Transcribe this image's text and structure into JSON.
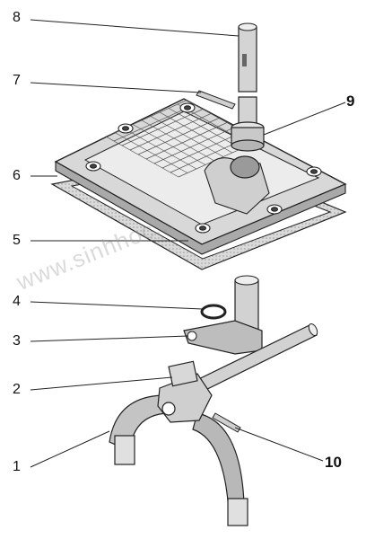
{
  "diagram": {
    "callouts": [
      {
        "id": "c8",
        "label": "8",
        "bold": false
      },
      {
        "id": "c7",
        "label": "7",
        "bold": false
      },
      {
        "id": "c9",
        "label": "9",
        "bold": true
      },
      {
        "id": "c6",
        "label": "6",
        "bold": false
      },
      {
        "id": "c5",
        "label": "5",
        "bold": false
      },
      {
        "id": "c4",
        "label": "4",
        "bold": false
      },
      {
        "id": "c3",
        "label": "3",
        "bold": false
      },
      {
        "id": "c2",
        "label": "2",
        "bold": false
      },
      {
        "id": "c1",
        "label": "1",
        "bold": false
      },
      {
        "id": "c10",
        "label": "10",
        "bold": true
      }
    ],
    "watermark": "www.sinhhoc..."
  },
  "colors": {
    "line": "#222222",
    "background": "#ffffff",
    "shade": "#bdbdbd"
  }
}
